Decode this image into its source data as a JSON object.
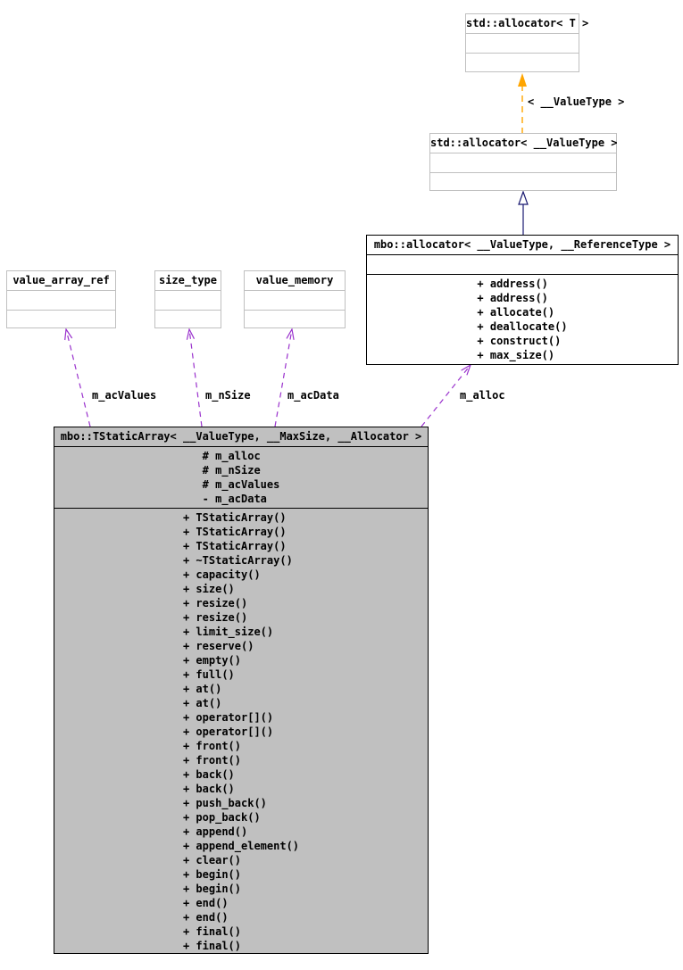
{
  "diagram": {
    "type": "uml-collaboration-diagram",
    "colors": {
      "background": "#ffffff",
      "template_arrow": "#ffa500",
      "usage_arrow": "#9a32cd",
      "inheritance_arrow": "#191970",
      "main_box_fill": "#c0c0c0",
      "box_border_gray": "#c0c0c0",
      "box_border_black": "#000000"
    },
    "classes": {
      "std_allocator_t": {
        "title": "std::allocator< T >"
      },
      "std_allocator_valuetype": {
        "title": "std::allocator< __ValueType >"
      },
      "mbo_allocator": {
        "title": "mbo::allocator< __ValueType, __ReferenceType >",
        "methods": [
          "+ address()",
          "+ address()",
          "+ allocate()",
          "+ deallocate()",
          "+ construct()",
          "+ max_size()"
        ]
      },
      "value_array_ref": {
        "title": "value_array_ref"
      },
      "size_type": {
        "title": "size_type"
      },
      "value_memory": {
        "title": "value_memory"
      },
      "tstatic_array": {
        "title": "mbo::TStaticArray< __ValueType, __MaxSize, __Allocator >",
        "attributes": [
          "# m_alloc",
          "# m_nSize",
          "# m_acValues",
          "- m_acData"
        ],
        "methods": [
          "+ TStaticArray()",
          "+ TStaticArray()",
          "+ TStaticArray()",
          "+ ~TStaticArray()",
          "+ capacity()",
          "+ size()",
          "+ resize()",
          "+ resize()",
          "+ limit_size()",
          "+ reserve()",
          "+ empty()",
          "+ full()",
          "+ at()",
          "+ at()",
          "+ operator[]()",
          "+ operator[]()",
          "+ front()",
          "+ front()",
          "+ back()",
          "+ back()",
          "+ push_back()",
          "+ pop_back()",
          "+ append()",
          "+ append_element()",
          "+ clear()",
          "+ begin()",
          "+ begin()",
          "+ end()",
          "+ end()",
          "+ final()",
          "+ final()"
        ]
      }
    },
    "edge_labels": {
      "template_param": "< __ValueType >",
      "m_acValues": "m_acValues",
      "m_nSize": "m_nSize",
      "m_acData": "m_acData",
      "m_alloc": "m_alloc"
    }
  }
}
